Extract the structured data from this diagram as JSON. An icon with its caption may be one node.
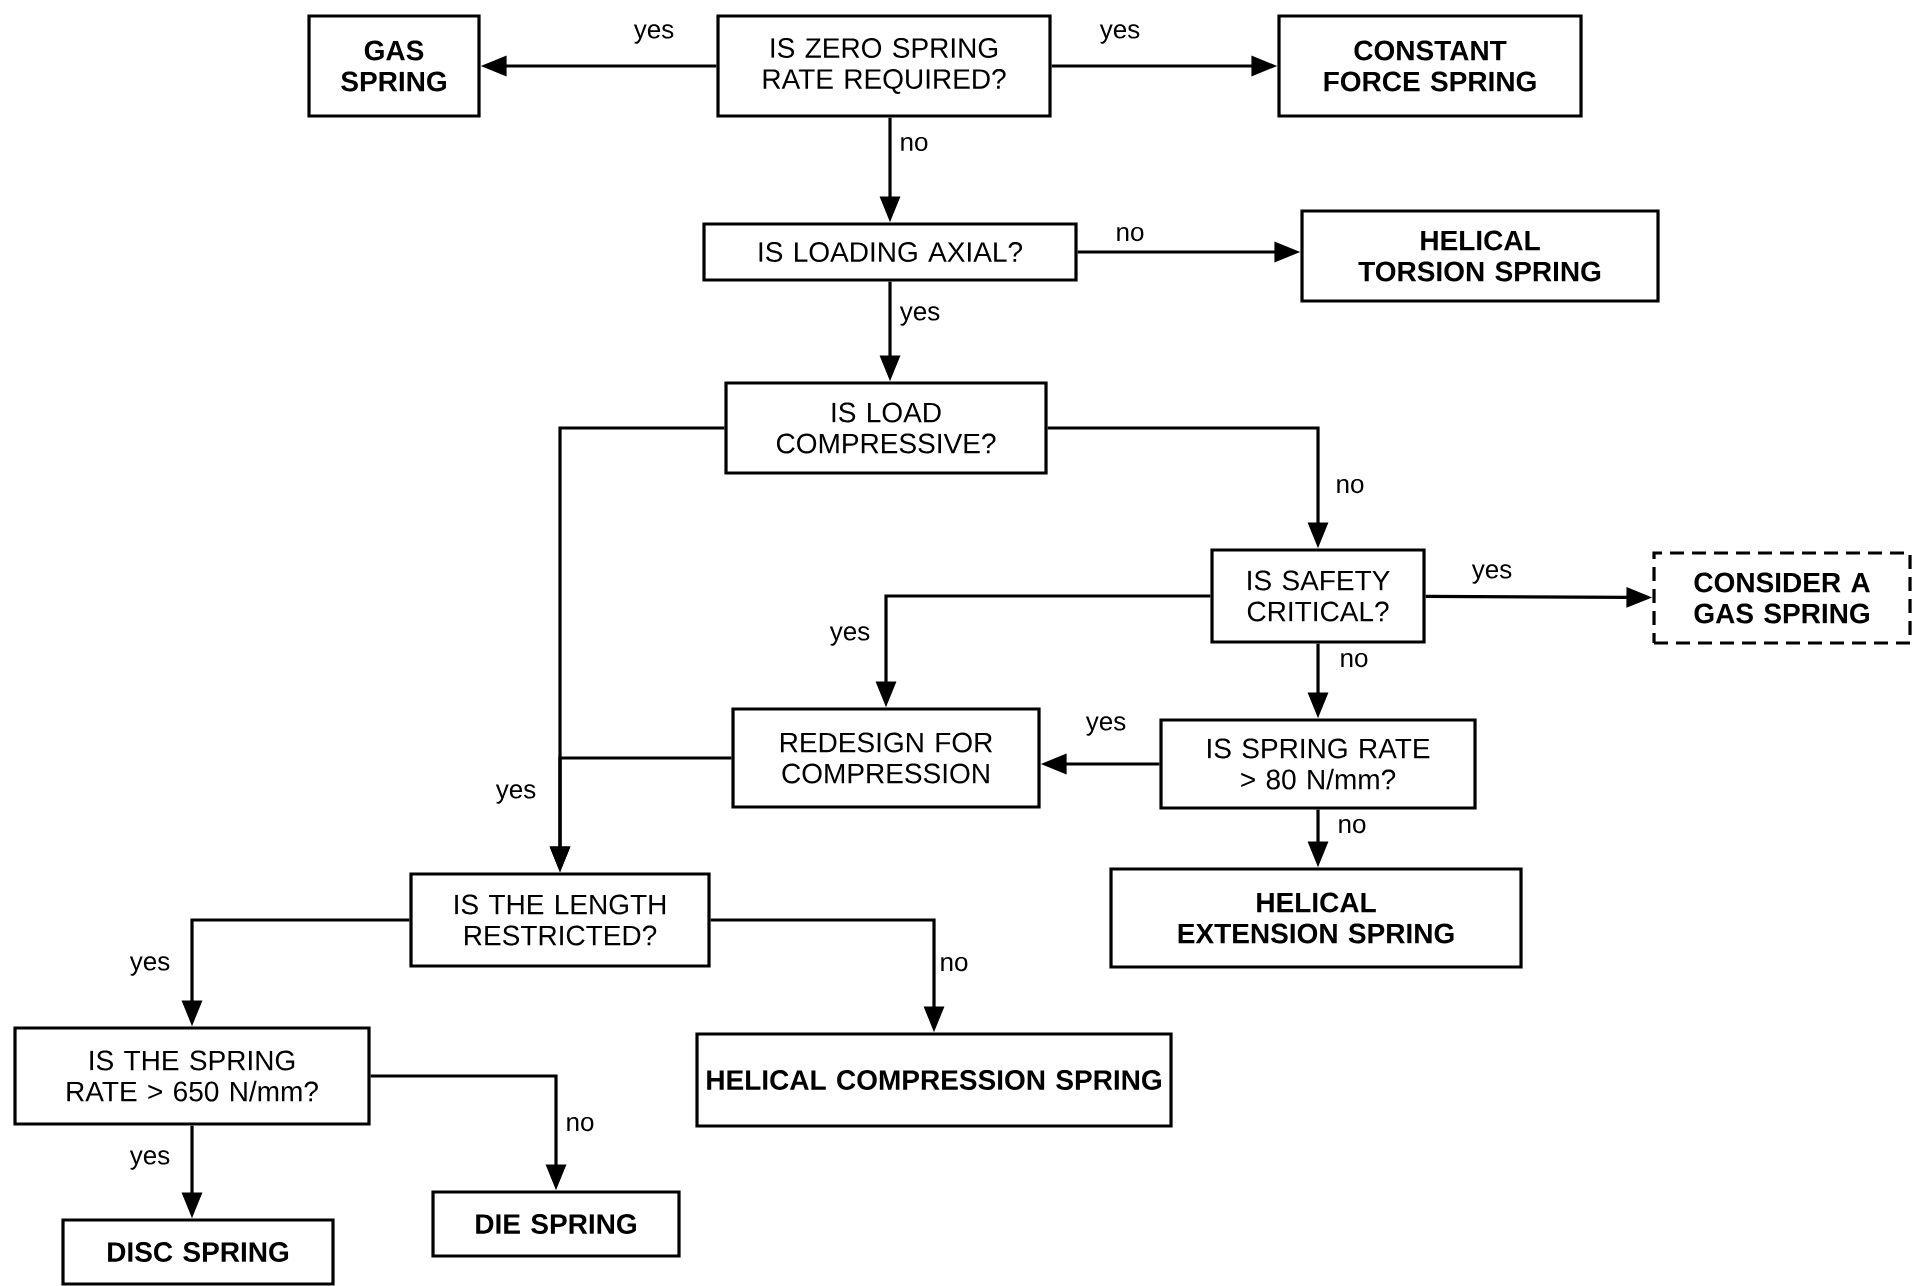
{
  "diagram": {
    "nodes": [
      {
        "text": [
          "IS ZERO SPRING RATE REQUIRED?"
        ]
      },
      {
        "text": [
          "GAS SPRING"
        ]
      },
      {
        "text": [
          "CONSTANT FORCE SPRING"
        ]
      },
      {
        "text": [
          "IS LOADING AXIAL?"
        ]
      },
      {
        "text": [
          "HELICAL TORSION SPRING"
        ]
      },
      {
        "text": [
          "IS LOAD COMPRESSIVE?"
        ]
      },
      {
        "text": [
          "IS SAFETY CRITICAL?"
        ]
      },
      {
        "text": [
          "CONSIDER A GAS SPRING"
        ]
      },
      {
        "text": [
          "REDESIGN FOR COMPRESSION"
        ]
      },
      {
        "text": [
          "IS SPRING RATE > 80 N/mm?"
        ]
      },
      {
        "text": [
          "HELICAL EXTENSION SPRING"
        ]
      },
      {
        "text": [
          "IS THE LENGTH RESTRICTED?"
        ]
      },
      {
        "text": [
          "HELICAL COMPRESSION SPRING"
        ]
      },
      {
        "text": [
          "IS THE SPRING RATE > 650 N/mm?"
        ]
      },
      {
        "text": [
          "DIE SPRING"
        ]
      },
      {
        "text": [
          "DISC SPRING"
        ]
      }
    ],
    "edges": [
      {
        "from": 0,
        "to": 1,
        "arrow": "to",
        "label": "yes"
      },
      {
        "from": 0,
        "to": 2,
        "arrow": "to",
        "label": "yes"
      },
      {
        "from": 0,
        "to": 3,
        "arrow": "to",
        "label": "no"
      },
      {
        "from": 3,
        "to": 4,
        "arrow": "to",
        "label": "no"
      },
      {
        "from": 3,
        "to": 5,
        "arrow": "to",
        "label": "yes"
      },
      {
        "from": 5,
        "to": 6,
        "arrow": "to",
        "label": "no"
      },
      {
        "from": 5,
        "to": 11,
        "arrow": "to",
        "label": "yes"
      },
      {
        "from": 6,
        "to": 7,
        "arrow": "to",
        "label": "yes"
      },
      {
        "from": 6,
        "to": 8,
        "arrow": "to",
        "label": "yes"
      },
      {
        "from": 6,
        "to": 9,
        "arrow": "to",
        "label": "no"
      },
      {
        "from": 9,
        "to": 8,
        "arrow": "to",
        "label": "yes"
      },
      {
        "from": 9,
        "to": 10,
        "arrow": "to",
        "label": "no"
      },
      {
        "from": 8,
        "to": 11,
        "arrow": "to"
      },
      {
        "from": 11,
        "to": 13,
        "arrow": "to",
        "label": "yes"
      },
      {
        "from": 11,
        "to": 12,
        "arrow": "to",
        "label": "no"
      },
      {
        "from": 13,
        "to": 14,
        "arrow": "to",
        "label": "no"
      },
      {
        "from": 13,
        "to": 15,
        "arrow": "to",
        "label": "yes"
      }
    ]
  }
}
